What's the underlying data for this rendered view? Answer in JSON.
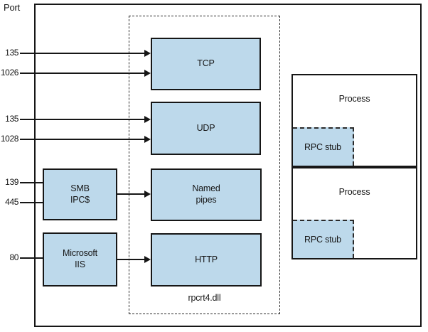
{
  "diagram": {
    "axis_label": "Port",
    "dll_label": "rpcrt4.dll",
    "ports": [
      {
        "label": "135",
        "target": "TCP"
      },
      {
        "label": "1026",
        "target": "TCP"
      },
      {
        "label": "135",
        "target": "UDP"
      },
      {
        "label": "1028",
        "target": "UDP"
      },
      {
        "label": "139",
        "target": "SMB IPC$"
      },
      {
        "label": "445",
        "target": "SMB IPC$"
      },
      {
        "label": "80",
        "target": "Microsoft IIS"
      }
    ],
    "protocols": [
      {
        "label": "TCP"
      },
      {
        "label": "UDP"
      },
      {
        "label": "Named\npipes"
      },
      {
        "label": "HTTP"
      }
    ],
    "services": [
      {
        "label": "SMB\nIPC$"
      },
      {
        "label": "Microsoft\nIIS"
      }
    ],
    "processes": [
      {
        "label": "Process",
        "stub_label": "RPC stub"
      },
      {
        "label": "Process",
        "stub_label": "RPC stub"
      }
    ],
    "colors": {
      "box_fill": "#BDD9EB",
      "border": "#161616"
    }
  }
}
